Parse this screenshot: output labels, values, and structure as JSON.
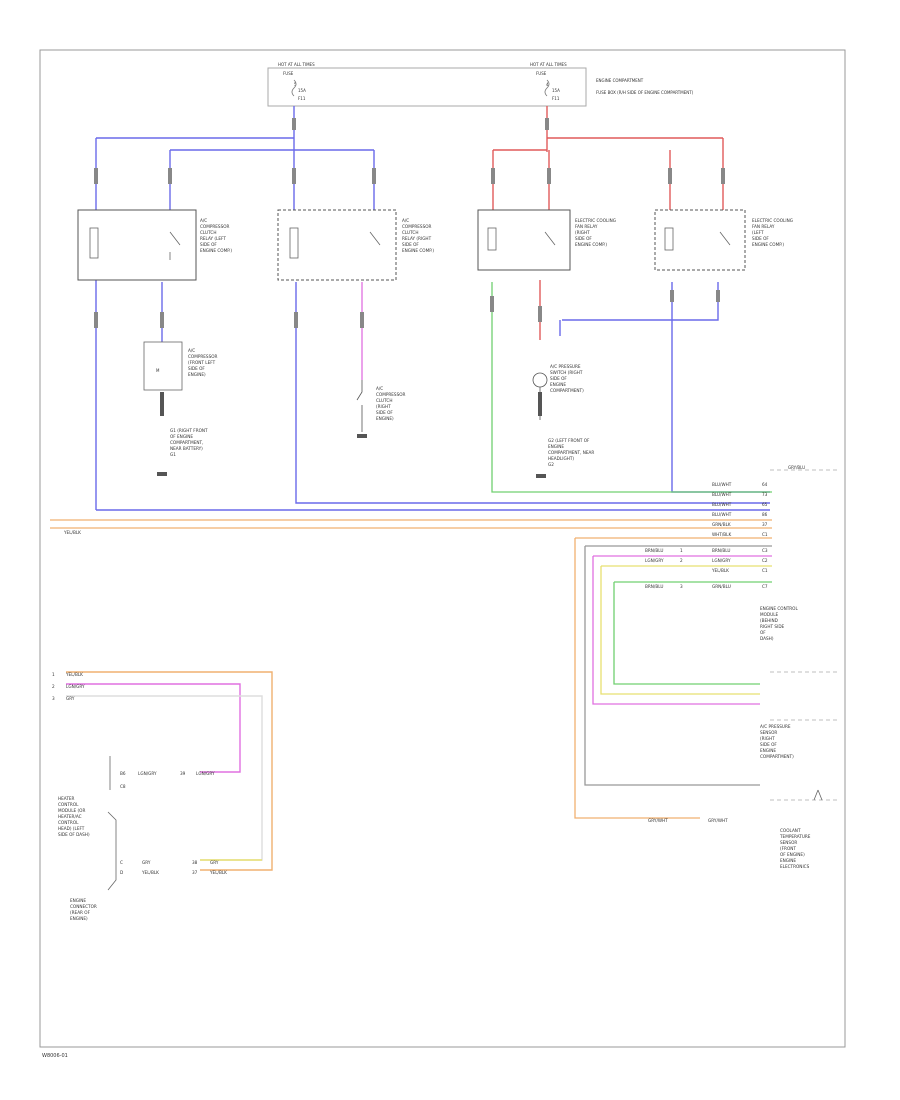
{
  "diagram": {
    "footer_code": "W8006-01",
    "top": {
      "left_box_labels": [
        "HOT AT ALL TIMES",
        "FUSE",
        "5",
        "15A",
        "F11"
      ],
      "right_box_labels": [
        "HOT AT ALL TIMES",
        "FUSE",
        "4",
        "15A",
        "F11",
        "ENGINE COMPARTMENT",
        "FUSE BOX (R/H SIDE OF ENGINE COMPARTMENT)"
      ]
    },
    "relays": [
      {
        "id": "r1",
        "label_lines": [
          "A/C",
          "COMPRESSOR",
          "CLUTCH",
          "RELAY (LEFT",
          "SIDE OF",
          "ENGINE COMP.)"
        ]
      },
      {
        "id": "r2",
        "label_lines": [
          "A/C",
          "COMPRESSOR",
          "CLUTCH",
          "RELAY (RIGHT",
          "SIDE OF",
          "ENGINE COMP.)"
        ]
      },
      {
        "id": "r3",
        "label_lines": [
          "ELECTRIC COOLING",
          "FAN RELAY",
          "(RIGHT",
          "SIDE OF",
          "ENGINE COMP.)"
        ]
      },
      {
        "id": "r4",
        "label_lines": [
          "ELECTRIC COOLING",
          "FAN RELAY",
          "(LEFT",
          "SIDE OF",
          "ENGINE COMP.)"
        ]
      }
    ],
    "components": [
      {
        "id": "c1",
        "label_lines": [
          "A/C",
          "COMPRESSOR",
          "(FRONT LEFT",
          "SIDE OF",
          "ENGINE)"
        ]
      },
      {
        "id": "c2",
        "label_lines": [
          "A/C",
          "COMPRESSOR",
          "CLUTCH",
          "(RIGHT",
          "SIDE OF",
          "ENGINE)"
        ]
      },
      {
        "id": "c3",
        "label_lines": [
          "A/C PRESSURE",
          "SWITCH (RIGHT",
          "SIDE OF",
          "ENGINE",
          "COMPARTMENT)"
        ]
      }
    ],
    "grounds": [
      {
        "id": "g1",
        "label_lines": [
          "G1 (RIGHT FRONT",
          "OF ENGINE",
          "COMPARTMENT,",
          "NEAR BATTERY)",
          "G1"
        ]
      },
      {
        "id": "g2",
        "label_lines": [
          "G2 (LEFT FRONT OF",
          "ENGINE",
          "COMPARTMENT, NEAR",
          "HEADLIGHT)",
          "G2"
        ]
      }
    ],
    "connector_wires": [
      {
        "label": "BLU/WHT",
        "pin": "64",
        "color": "#6a6aea"
      },
      {
        "label": "BLU/WHT",
        "pin": "73",
        "color": "#6a6aea"
      },
      {
        "label": "BLU/WHT",
        "pin": "65",
        "color": "#6a6aea"
      },
      {
        "label": "BLU/WHT",
        "pin": "86",
        "color": "#f0b070"
      },
      {
        "label": "GRN/BLK",
        "pin": "37",
        "color": "#f0b070"
      },
      {
        "label": "WHT/BLK",
        "pin": "C1",
        "color": "#f0b070"
      }
    ],
    "mid_wires": [
      {
        "left": "BRN/BLU",
        "pin": "1",
        "right": "BRN/BLU",
        "pin_right": "C3",
        "color": "#999999"
      },
      {
        "left": "LGN/GRY",
        "pin": "2",
        "right": "LGN/GRY",
        "pin_right": "C2",
        "color": "#e070e0"
      },
      {
        "left": "",
        "pin": "",
        "right": "YEL/BLK",
        "pin_right": "C1",
        "color": "#e8e070"
      },
      {
        "left": "BRN/BLU",
        "pin": "3",
        "right": "GRN/BLU",
        "pin_right": "C7",
        "color": "#70d070"
      }
    ],
    "right_labels": {
      "ecm": [
        "ENGINE CONTROL",
        "MODULE",
        "(BEHIND",
        "RIGHT SIDE",
        "OF",
        "DASH)"
      ],
      "pressure": [
        "A/C PRESSURE",
        "SENSOR",
        "(RIGHT",
        "SIDE OF",
        "ENGINE",
        "COMPARTMENT)"
      ],
      "coolant": [
        "COOLANT",
        "TEMPERATURE",
        "SENSOR",
        "(FRONT",
        "OF ENGINE)",
        "ENGINE",
        "ELECTRONICS"
      ]
    },
    "left_bottom": {
      "top_wires": [
        {
          "label": "YEL/BLK",
          "pin": "1",
          "color": "#f0b070"
        },
        {
          "label": "LGN/GRY",
          "pin": "2",
          "color": "#e070e0"
        },
        {
          "label": "GRY",
          "pin": "3",
          "color": "#cccccc"
        }
      ],
      "hvac_label_lines": [
        "HEATER",
        "CONTROL",
        "MODULE (OR",
        "HEATER/AC",
        "CONTROL",
        "HEAD) (LEFT",
        "SIDE OF DASH)"
      ],
      "connector_label_lines": [
        "ENGINE",
        "CONNECTOR",
        "(REAR OF",
        "ENGINE)"
      ],
      "wire_a": {
        "pin": "B6",
        "label": "LGN/GRY",
        "pin2": "39",
        "label2": "LGN/GRY"
      },
      "wire_b": {
        "pin": "C",
        "label": "GRY",
        "pin2": "38",
        "label2": "GRY"
      },
      "wire_c": {
        "pin": "D",
        "label": "YEL/BLK",
        "pin2": "37",
        "label2": "YEL/BLK"
      },
      "cd_label": "C8"
    },
    "orange_wire_label": "YEL/BLK",
    "right_bottom_wire": {
      "label": "GRY/WHT",
      "right": "GRY/WHT"
    },
    "upper_right_tag": "GRY/BLU"
  }
}
